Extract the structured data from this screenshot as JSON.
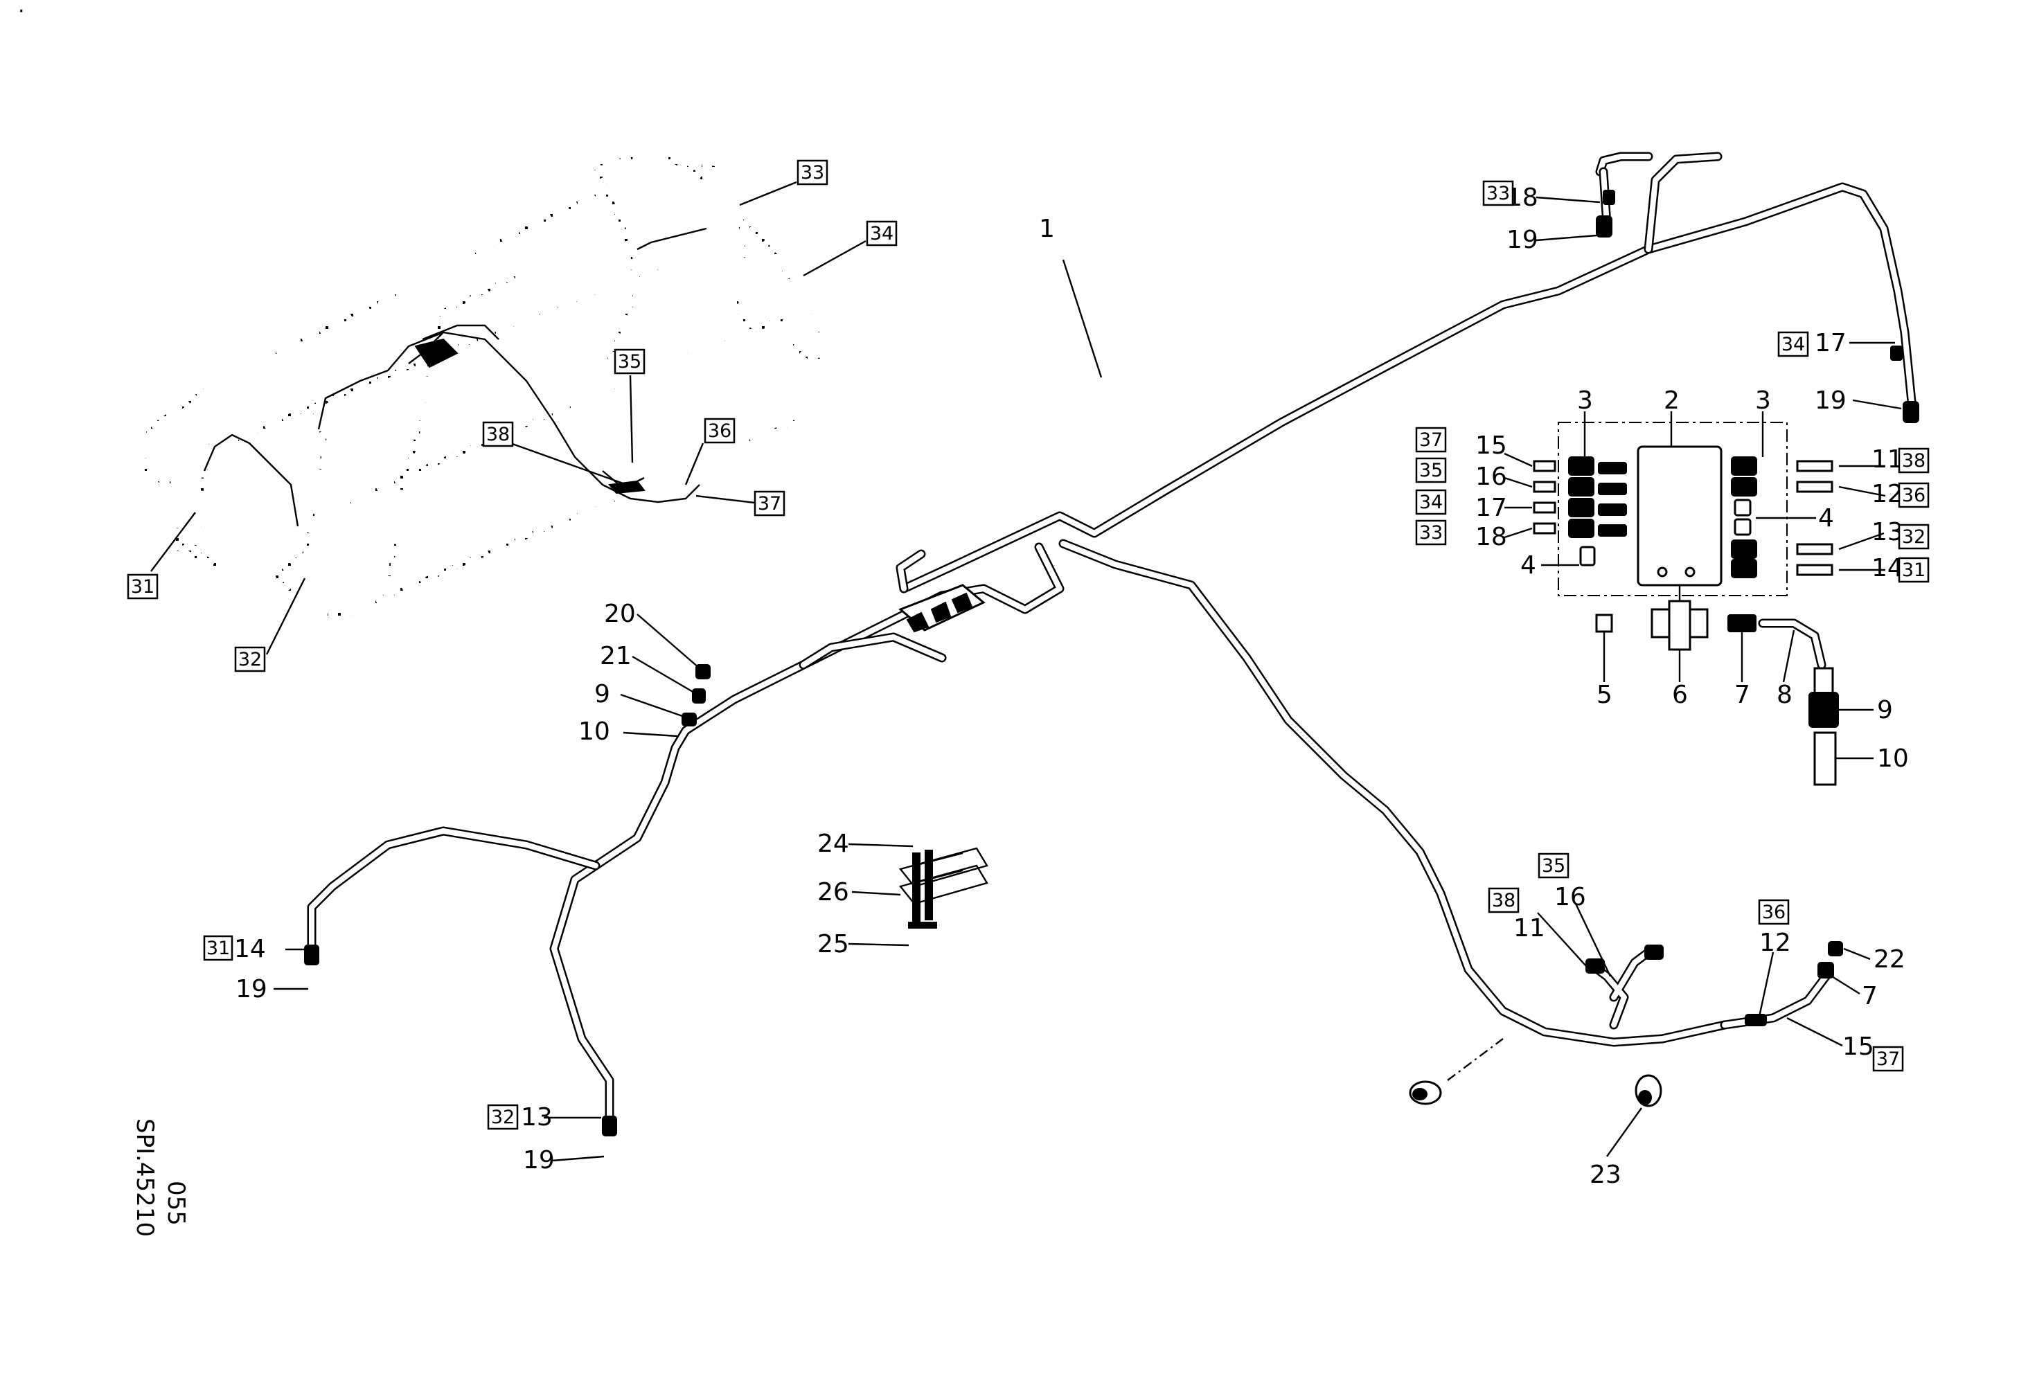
{
  "doc": {
    "corner_mark": "·",
    "code": "SPI.45210",
    "sub_code": "055"
  },
  "labels": {
    "l1": "1",
    "l2": "2",
    "l3a": "3",
    "l3b": "3",
    "l4a": "4",
    "l4b": "4",
    "l5": "5",
    "l6": "6",
    "l7a": "7",
    "l7b": "7",
    "l8": "8",
    "l9a": "9",
    "l9b": "9",
    "l10a": "10",
    "l10b": "10",
    "l11a": "11",
    "l11b": "11",
    "l12a": "12",
    "l12b": "12",
    "l13a": "13",
    "l13b": "13",
    "l14a": "14",
    "l14b": "14",
    "l15a": "15",
    "l15b": "15",
    "l16a": "16",
    "l16b": "16",
    "l17a": "17",
    "l17b": "17",
    "l18a": "18",
    "l18b": "18",
    "l19a": "19",
    "l19b": "19",
    "l19c": "19",
    "l19d": "19",
    "l20": "20",
    "l21": "21",
    "l22": "22",
    "l23": "23",
    "l24": "24",
    "l25": "25",
    "l26": "26"
  },
  "boxes": {
    "b31a": "31",
    "b31b": "31",
    "b31c": "31",
    "b32a": "32",
    "b32b": "32",
    "b32c": "32",
    "b33a": "33",
    "b33b": "33",
    "b33c": "33",
    "b34a": "34",
    "b34b": "34",
    "b34c": "34",
    "b35a": "35",
    "b35b": "35",
    "b35c": "35",
    "b36a": "36",
    "b36b": "36",
    "b36c": "36",
    "b37a": "37",
    "b37b": "37",
    "b37c": "37",
    "b38a": "38",
    "b38b": "38",
    "b38c": "38"
  }
}
